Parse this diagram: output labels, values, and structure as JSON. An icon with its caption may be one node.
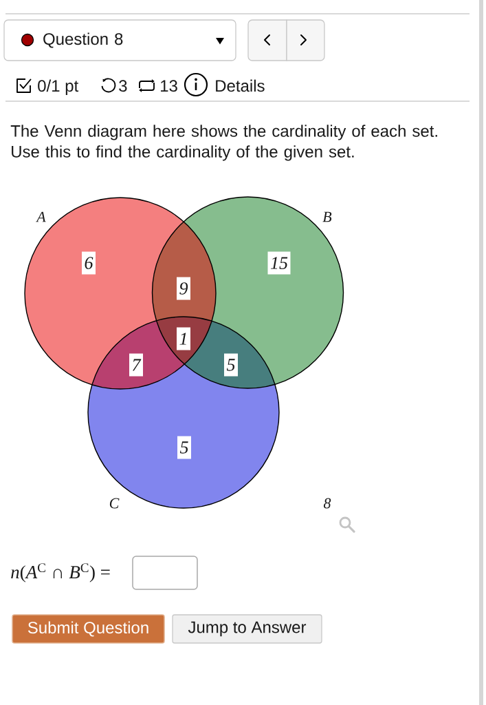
{
  "diagram": {
    "nodes": [
      {
        "text": [
          "Question 8"
        ]
      },
      {
        "text": [
          "A"
        ]
      },
      {
        "text": [
          "B"
        ]
      },
      {
        "text": [
          "C"
        ]
      },
      {
        "text": [
          "6"
        ],
        "in": 1
      },
      {
        "text": [
          "15"
        ],
        "in": 2
      },
      {
        "text": [
          "9"
        ]
      },
      {
        "text": [
          "1"
        ]
      },
      {
        "text": [
          "7"
        ]
      },
      {
        "text": [
          "5"
        ]
      },
      {
        "text": [
          "5"
        ],
        "in": 3
      },
      {
        "text": [],
        "shape": "box"
      },
      {
        "text": [
          "Submit Question"
        ]
      },
      {
        "text": [
          "Jump to Answer"
        ]
      }
    ],
    "labels": [
      "0/1 pt",
      "3",
      "13",
      "Details",
      "The Venn diagram here shows the cardinality of each set. Use this to find the cardinality of the given set.",
      "8",
      "*n*(*A*$^{C}$ ∩ *B*$^{C}$) ="
    ]
  }
}
